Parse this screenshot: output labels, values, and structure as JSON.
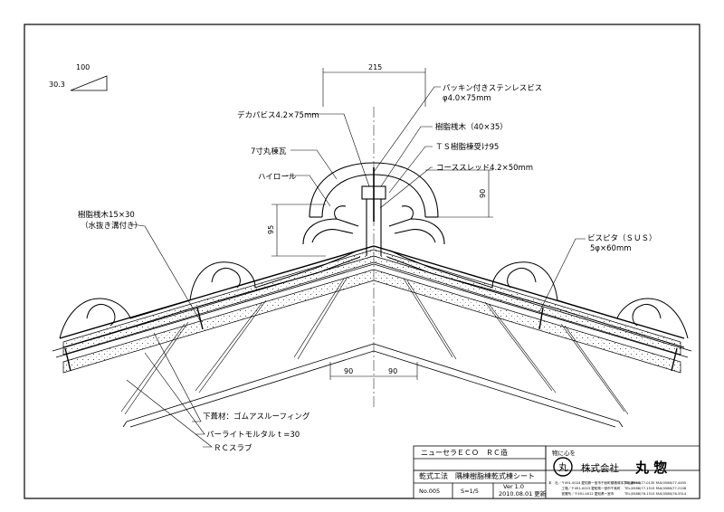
{
  "slope": {
    "run": "100",
    "rise": "30.3"
  },
  "dimensions": {
    "width_top": "215",
    "height_right": "90",
    "height_left": "95",
    "bottom_left": "90",
    "bottom_right": "90"
  },
  "callouts": {
    "packing_screw": "パッキン付きステンレスビス",
    "packing_screw_size": "φ4.0×75mm",
    "deca_screw": "デカパビス4.2×75mm",
    "resin_batten": "樹脂桟木（40×35）",
    "ts_holder": "ＴＳ樹脂棟受け95",
    "ridge_tile": "7寸丸棟瓦",
    "coarse_thread": "コーススレッド4.2×50mm",
    "high_roll": "ハイロール",
    "resin_batten_small": "樹脂桟木15×30",
    "resin_batten_small_note": "（水抜き溝付き）",
    "bispita": "ビスピタ（ＳＵＳ）",
    "bispita_size": "5φ×60mm",
    "underlay": "下葺材：ゴムアスルーフィング",
    "perlite": "パーライトモルタル t =30",
    "rc_slab": "ＲＣスラブ"
  },
  "title_block": {
    "product": "ニューセラＥＣＯ　ＲＣ造",
    "title": "乾式工法　隅棟樹脂棟乾式棟シート",
    "no": "No.005",
    "scale": "S=1/5",
    "version": "Ver 1.0",
    "date": "2010.08.01 更新",
    "motto": "物に心を",
    "logo_char": "丸",
    "company_prefix": "株式会社",
    "company_name": "丸 惣",
    "addr1": "本　社／〒491-0024 愛知県一宮市千秋町穂積塚本字北浦99-1",
    "addr2": "　　　　工場／〒491-0023 愛知県一宮市千秋町",
    "addr3": "　　　　営業所／〒491-0012 愛知県一宮市",
    "tel1": "TEL(0586)77-0135 FAX(0586)77-4455",
    "tel2": "TEL(0586)77-1515 FAX(0586)77-2108",
    "tel3": "TEL(0586)76-1515 FAX(0586)76-5514"
  }
}
